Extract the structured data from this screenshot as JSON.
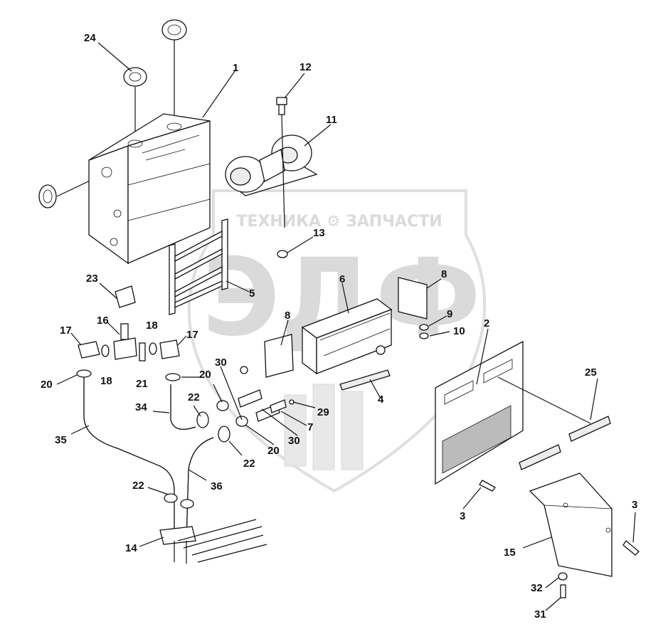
{
  "watermark": {
    "brand_line": "ТЕХНИКА ⚙ ЗАПЧАСТИ",
    "logo_letters": "ЭДФ"
  },
  "callouts": [
    "24",
    "1",
    "12",
    "11",
    "13",
    "5",
    "6",
    "8",
    "8",
    "9",
    "10",
    "2",
    "25",
    "4",
    "23",
    "16",
    "18",
    "17",
    "17",
    "18",
    "21",
    "20",
    "20",
    "30",
    "29",
    "7",
    "30",
    "20",
    "22",
    "22",
    "34",
    "35",
    "22",
    "36",
    "14",
    "3",
    "3",
    "15",
    "32",
    "31"
  ]
}
